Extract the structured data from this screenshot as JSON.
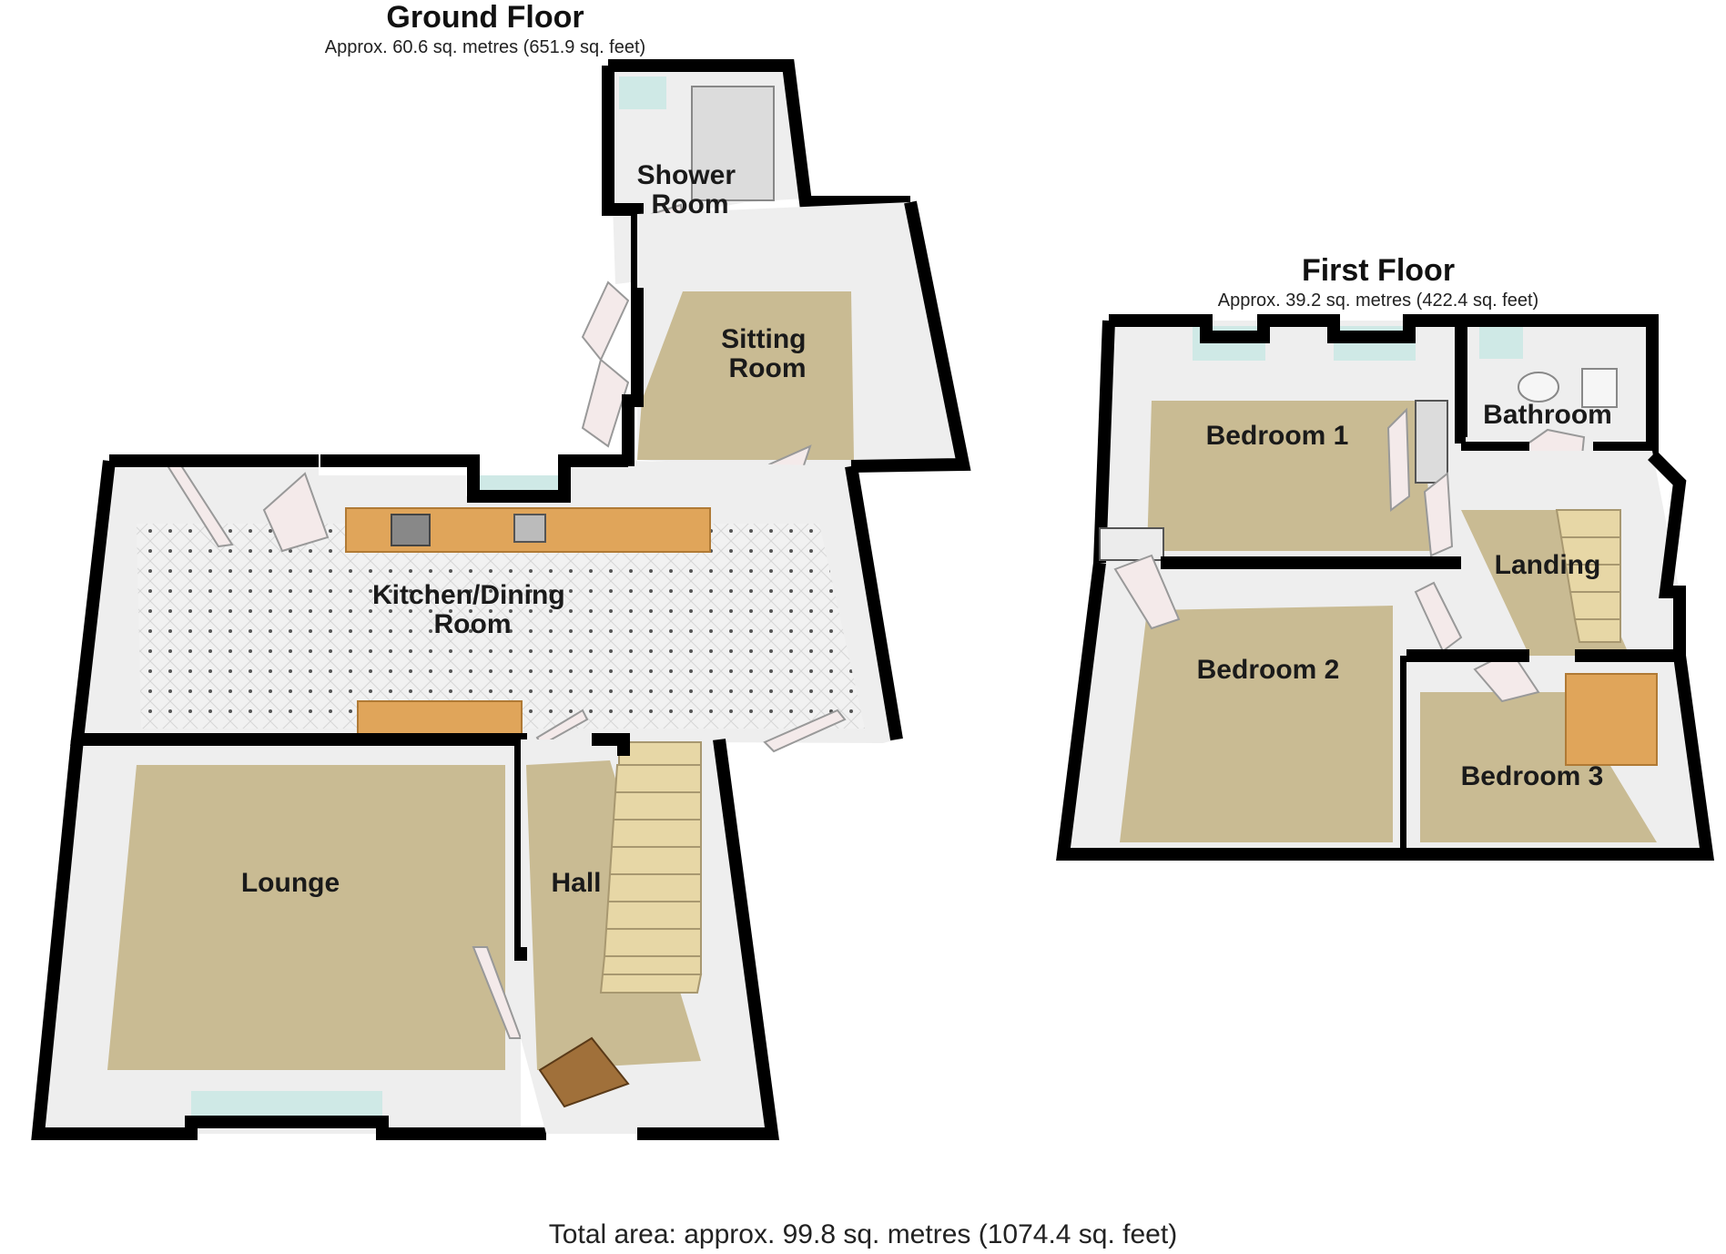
{
  "ground_floor": {
    "title": "Ground Floor",
    "area": "Approx. 60.6 sq. metres (651.9 sq. feet)",
    "rooms": {
      "shower_room": "Shower Room",
      "sitting_room": "Sitting Room",
      "kitchen_dining": "Kitchen/Dining Room",
      "lounge": "Lounge",
      "hall": "Hall"
    }
  },
  "first_floor": {
    "title": "First Floor",
    "area": "Approx. 39.2 sq. metres (422.4 sq. feet)",
    "rooms": {
      "bedroom1": "Bedroom 1",
      "bathroom": "Bathroom",
      "landing": "Landing",
      "bedroom2": "Bedroom 2",
      "bedroom3": "Bedroom 3"
    }
  },
  "total_area": "Total area: approx. 99.8 sq. metres (1074.4 sq. feet)"
}
